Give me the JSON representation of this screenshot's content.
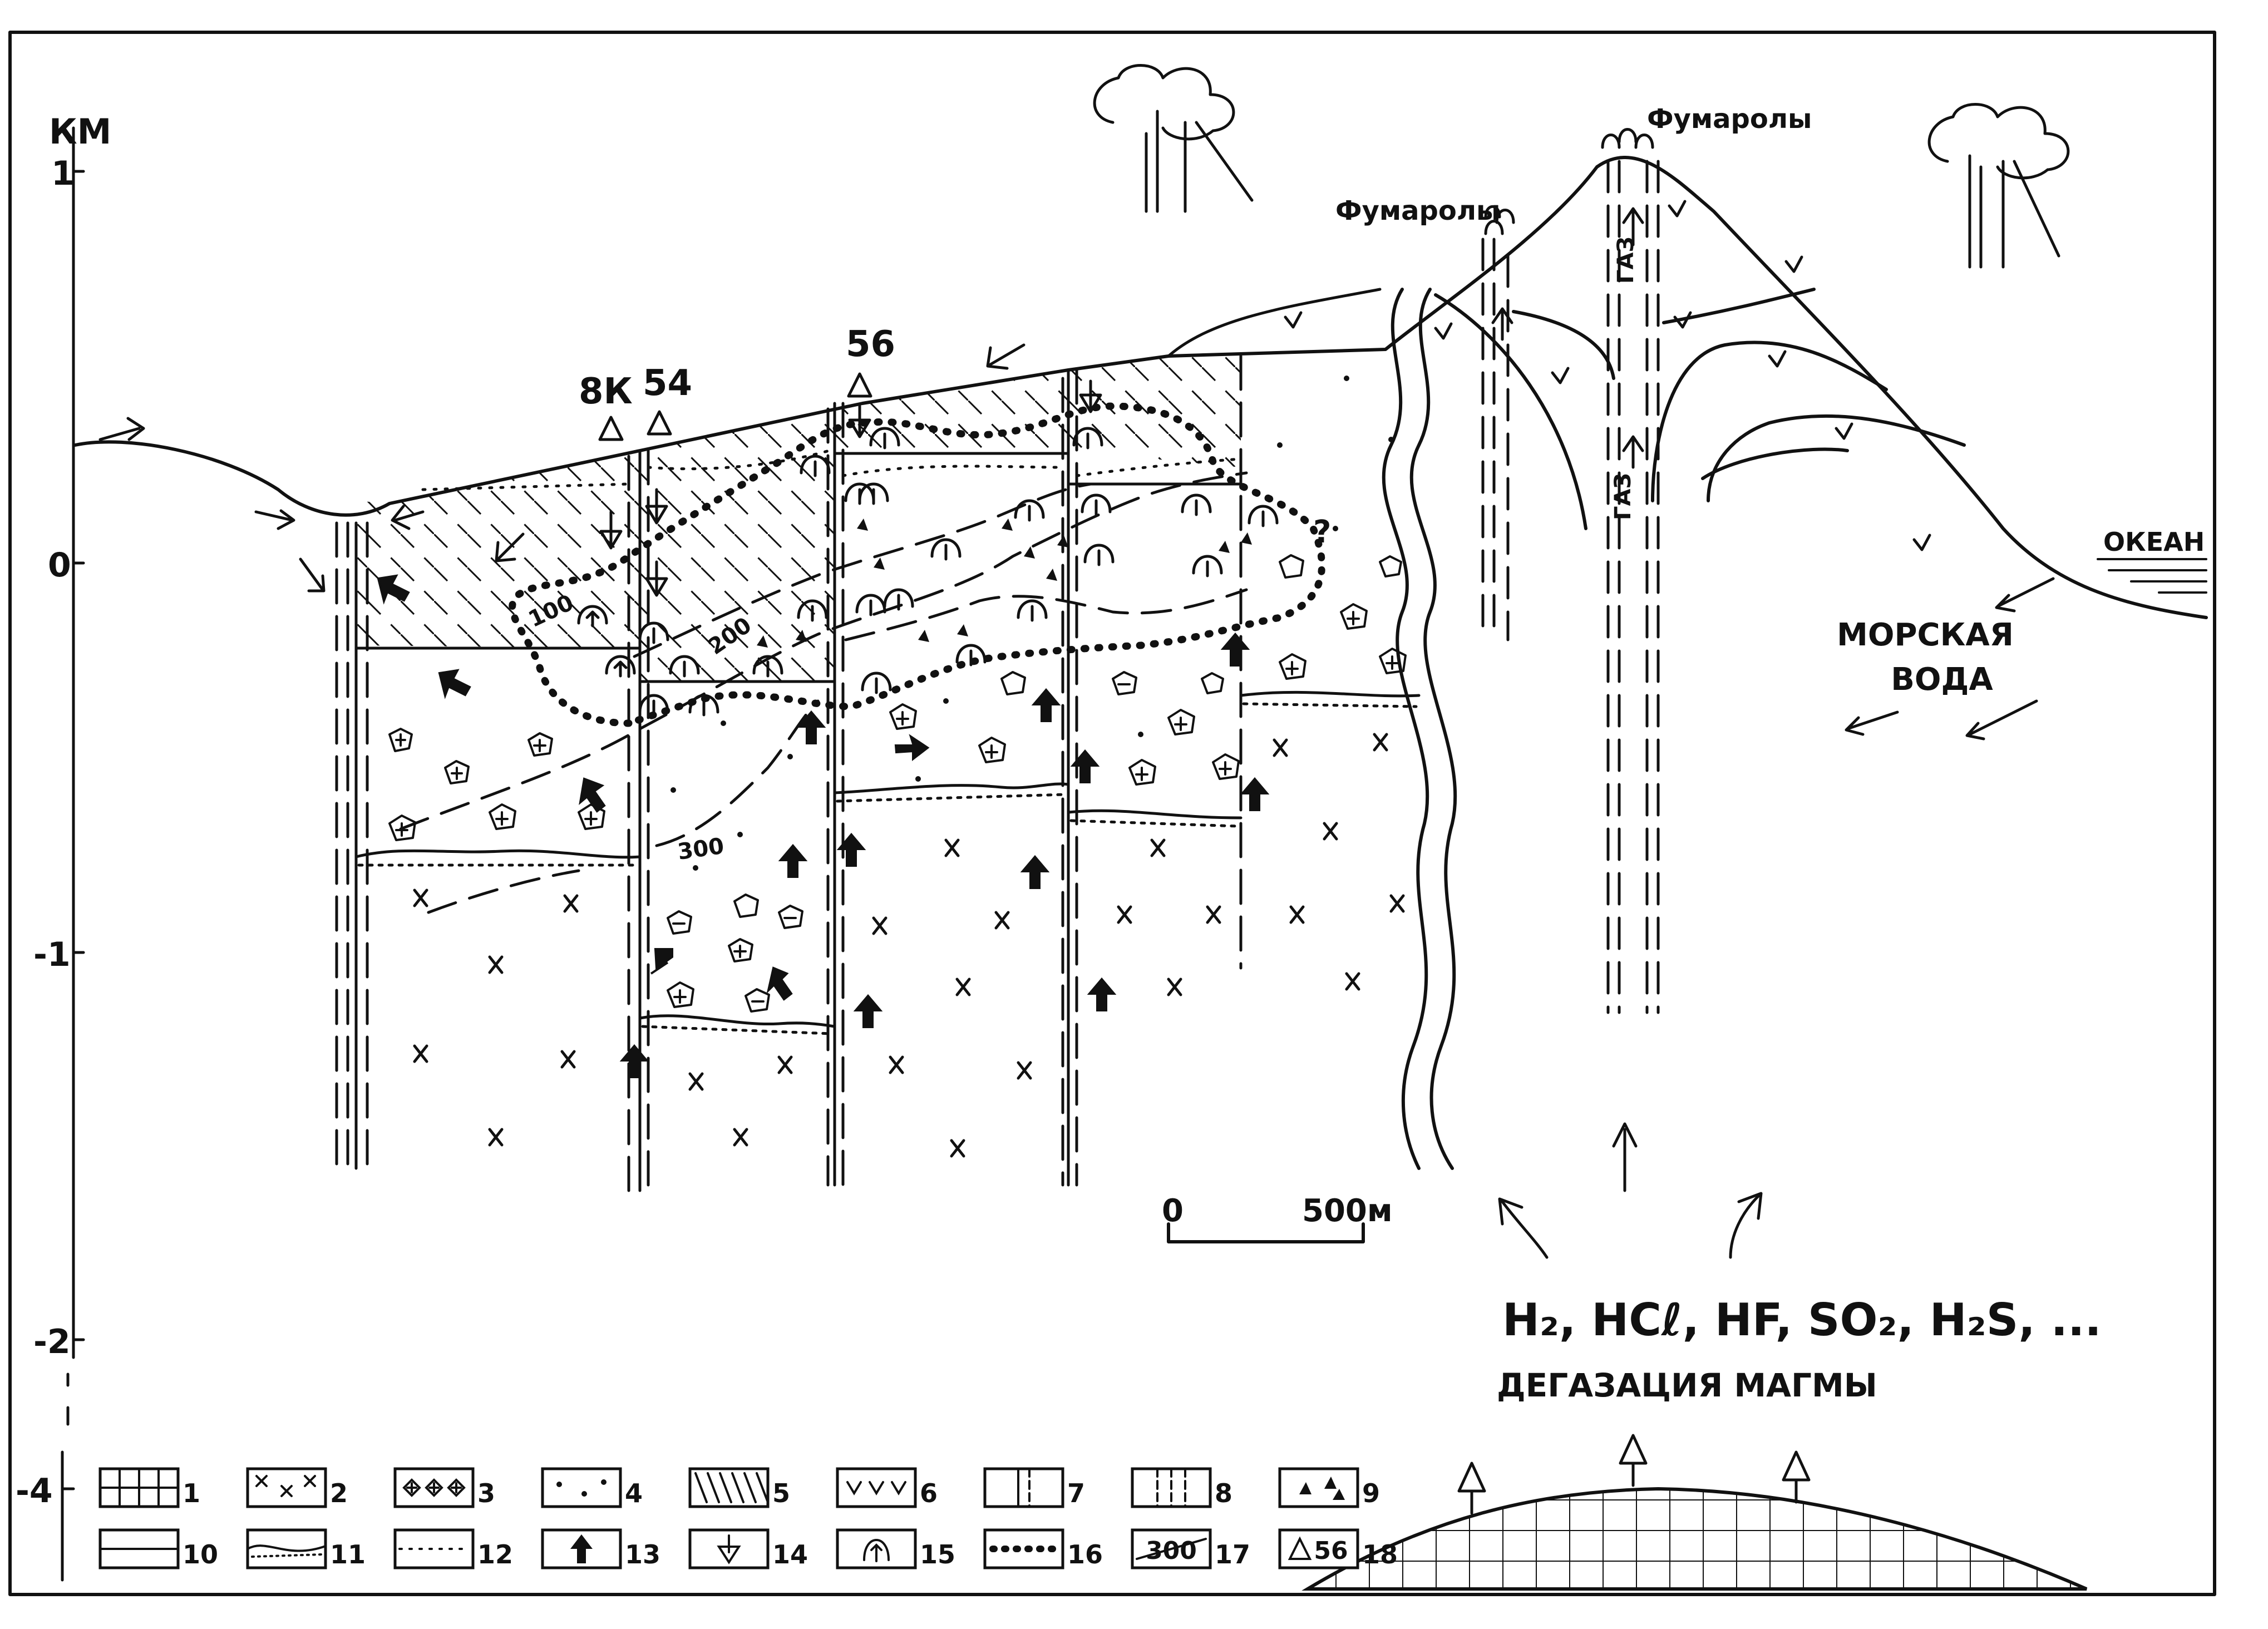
{
  "axis": {
    "unit": "КМ",
    "ticks": [
      "1",
      "0",
      "-1",
      "-2",
      "-4"
    ]
  },
  "wells": [
    "8К",
    "54",
    "56"
  ],
  "isotherms": [
    "100",
    "200",
    "300"
  ],
  "labels": {
    "fumaroles_left": "Фумаролы",
    "fumaroles_right": "Фумаролы",
    "gas_1": "ГАЗ",
    "gas_2": "ГАЗ",
    "ocean": "ОКЕАН",
    "sea_water_1": "МОРСКАЯ",
    "sea_water_2": "ВОДА",
    "question": "?",
    "gases": "H₂, HCℓ, HF, SO₂, H₂S, ...",
    "degassing": "ДЕГАЗАЦИЯ МАГМЫ"
  },
  "scale_bar": {
    "start": "0",
    "end": "500м"
  },
  "legend": [
    {
      "num": "1",
      "pattern": "grid"
    },
    {
      "num": "2",
      "pattern": "x-marks"
    },
    {
      "num": "3",
      "pattern": "clasts"
    },
    {
      "num": "4",
      "pattern": "dots"
    },
    {
      "num": "5",
      "pattern": "diagonal"
    },
    {
      "num": "6",
      "pattern": "v-marks"
    },
    {
      "num": "7",
      "pattern": "double-lines"
    },
    {
      "num": "8",
      "pattern": "dashed-vertical"
    },
    {
      "num": "9",
      "pattern": "triangles"
    },
    {
      "num": "10",
      "pattern": "solid-line"
    },
    {
      "num": "11",
      "pattern": "wavy-boundary"
    },
    {
      "num": "12",
      "pattern": "dotted-line"
    },
    {
      "num": "13",
      "pattern": "solid-arrow-up"
    },
    {
      "num": "14",
      "pattern": "open-arrow-down"
    },
    {
      "num": "15",
      "pattern": "steam-symbol"
    },
    {
      "num": "16",
      "pattern": "thick-dotted"
    },
    {
      "num": "17",
      "pattern": "isotherm",
      "text": "300"
    },
    {
      "num": "18",
      "pattern": "well",
      "text": "56"
    }
  ]
}
